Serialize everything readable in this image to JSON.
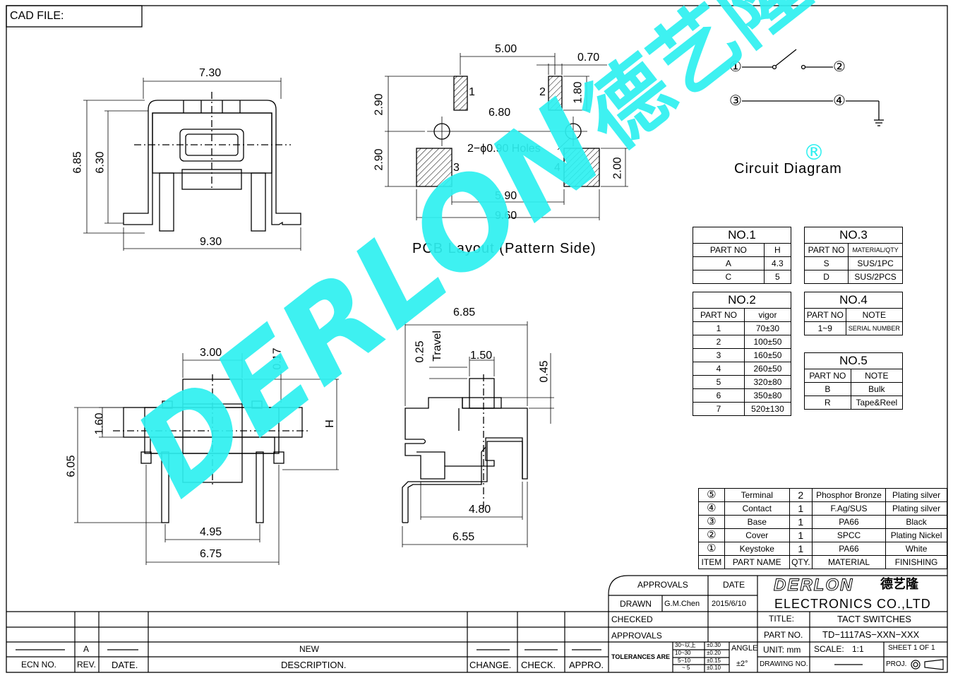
{
  "cad_file_label": "CAD FILE:",
  "side_view": {
    "width_top": "7.30",
    "height_outer": "6.85",
    "height_inner": "6.30",
    "width_bottom": "9.30"
  },
  "pcb": {
    "spacing": "5.00",
    "pad_width": "0.70",
    "pad_height": "1.80",
    "row_gap_top": "2.90",
    "hole_spacing": "6.80",
    "row_gap_bottom": "2.90",
    "holes_note": "2−ϕ0.90 Holes",
    "pad_size": "2.00",
    "inner_span": "5.90",
    "outer_span": "9.60",
    "pins": [
      "1",
      "2",
      "3",
      "4"
    ],
    "caption": "PCB Layout (Pattern Side)"
  },
  "circuit": {
    "nodes": [
      "①",
      "②",
      "③",
      "④"
    ],
    "caption": "Circuit Diagram",
    "reg_mark": "®"
  },
  "front_view": {
    "top": "3.00",
    "gap": "0.17",
    "base": "1.60",
    "height": "6.05",
    "h_label": "H",
    "pin_span": "4.95",
    "outer_span": "6.75"
  },
  "right_view": {
    "width": "6.85",
    "travel_value": "0.25",
    "travel_label": "Travel",
    "stem": "1.50",
    "stem_height": "0.45",
    "foot": "4.80",
    "base_span": "6.55"
  },
  "no1": {
    "title": "NO.1",
    "headers": [
      "PART NO",
      "H"
    ],
    "rows": [
      [
        "A",
        "4.3"
      ],
      [
        "C",
        "5"
      ]
    ]
  },
  "no2": {
    "title": "NO.2",
    "headers": [
      "PART NO",
      "vigor"
    ],
    "rows": [
      [
        "1",
        "70±30"
      ],
      [
        "2",
        "100±50"
      ],
      [
        "3",
        "160±50"
      ],
      [
        "4",
        "260±50"
      ],
      [
        "5",
        "320±80"
      ],
      [
        "6",
        "350±80"
      ],
      [
        "7",
        "520±130"
      ]
    ]
  },
  "no3": {
    "title": "NO.3",
    "headers": [
      "PART NO",
      "MATERIAL/QTY"
    ],
    "rows": [
      [
        "S",
        "SUS/1PC"
      ],
      [
        "D",
        "SUS/2PCS"
      ]
    ]
  },
  "no4": {
    "title": "NO.4",
    "headers": [
      "PART NO",
      "NOTE"
    ],
    "rows": [
      [
        "1~9",
        "SERIAL NUMBER"
      ]
    ]
  },
  "no5": {
    "title": "NO.5",
    "headers": [
      "PART NO",
      "NOTE"
    ],
    "rows": [
      [
        "B",
        "Bulk"
      ],
      [
        "R",
        "Tape&Reel"
      ]
    ]
  },
  "bom": {
    "rows": [
      [
        "⑤",
        "Terminal",
        "2",
        "Phosphor Bronze",
        "Plating silver"
      ],
      [
        "④",
        "Contact",
        "1",
        "F.Ag/SUS",
        "Plating silver"
      ],
      [
        "③",
        "Base",
        "1",
        "PA66",
        "Black"
      ],
      [
        "②",
        "Cover",
        "1",
        "SPCC",
        "Plating Nickel"
      ],
      [
        "①",
        "Keystoke",
        "1",
        "PA66",
        "White"
      ]
    ],
    "headers": [
      "ITEM",
      "PART NAME",
      "QTY.",
      "MATERIAL",
      "FINISHING"
    ]
  },
  "title_block": {
    "approvals": "APPROVALS",
    "date": "DATE",
    "drawn": "DRAWN",
    "drawn_by": "G.M.Chen",
    "drawn_date": "2015/6/10",
    "checked": "CHECKED",
    "approvals2": "APPROVALS",
    "logo_text": "DERLON",
    "logo_cn": "德艺隆",
    "company": "ELECTRONICS CO.,LTD",
    "title_label": "TITLE:",
    "title": "TACT SWITCHES",
    "part_no_label": "PART NO.",
    "part_no": "TD−1117AS−XXN−XXX",
    "tolerances": "TOLERANCES ARE",
    "tol_ranges": [
      "30~以上",
      "10~30",
      "5~10",
      "~ 5"
    ],
    "tol_values": [
      "±0.30",
      "±0.20",
      "±0.15",
      "±0.10"
    ],
    "angle": "ANGLE",
    "angle_val": "±2°",
    "unit": "UNIT: mm",
    "scale_label": "SCALE:",
    "scale": "1:1",
    "sheet": "SHEET 1 OF 1",
    "drawing_no": "DRAWING NO.",
    "proj": "PROJ."
  },
  "revision": {
    "row": [
      "A",
      "NEW"
    ],
    "headers": [
      "ECN NO.",
      "REV.",
      "DATE.",
      "DESCRIPTION.",
      "CHANGE.",
      "CHECK.",
      "APPRO."
    ]
  },
  "watermark": {
    "text": "DERLON",
    "cn": "德艺隆",
    "reg": "®",
    "color": "#2ef0f0"
  }
}
